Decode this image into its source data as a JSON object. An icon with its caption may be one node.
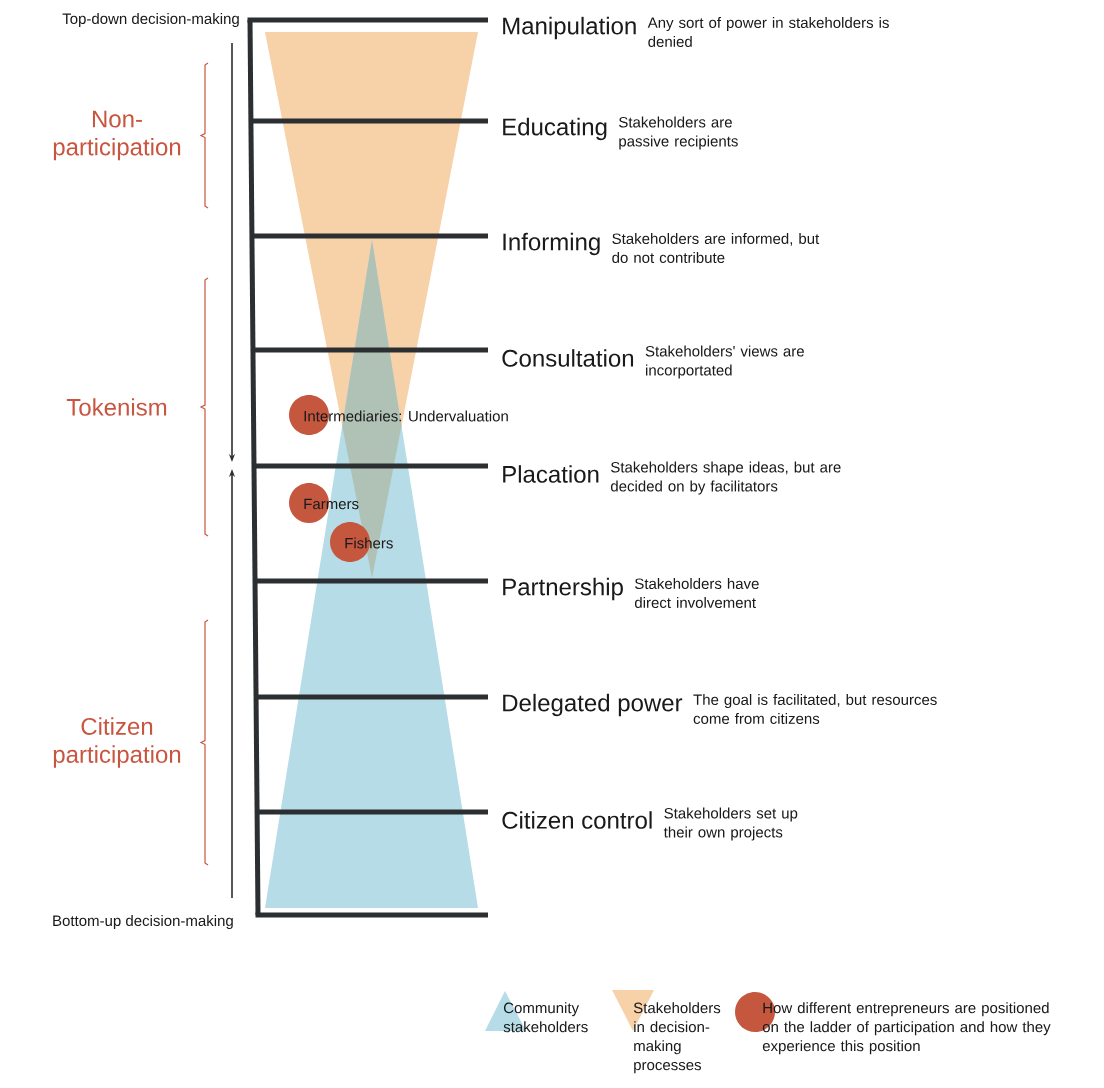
{
  "diagram": {
    "nodes": [
      {
        "text": [
          "Intermediaries: Undervaluation"
        ]
      },
      {
        "text": [
          "Farmers"
        ]
      },
      {
        "text": [
          "Fishers"
        ]
      }
    ],
    "labels": [
      "Top-down decision-making",
      "Manipulation",
      "Any sort of power in stakeholders is denied",
      "Non-participation",
      "Educating",
      "Stakeholders are passive recipients",
      "Informing",
      "Stakeholders are informed, but do not contribute",
      "Consultation",
      "Stakeholders' views are incorportated",
      "Tokenism",
      "Placation",
      "Stakeholders shape ideas, but are decided on by facilitators",
      "Partnership",
      "Stakeholders have direct involvement",
      "Citizen participation",
      "Delegated power",
      "The goal is facilitated, but resources come from citizens",
      "Citizen control",
      "Stakeholders set up their own projects",
      "Bottom-up decision-making"
    ],
    "legend": [
      {
        "text": "Community stakeholders"
      },
      {
        "text": "Stakeholders in decision-making processes"
      },
      {
        "text": "How different entrepreneurs are positioned on the ladder of participation and how they experience this position"
      }
    ]
  }
}
